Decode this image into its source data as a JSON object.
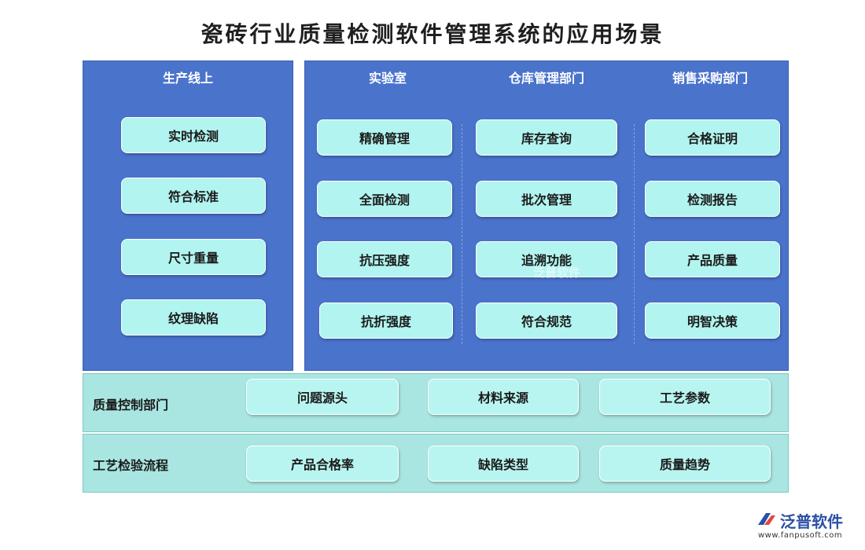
{
  "title": "瓷砖行业质量检测软件管理系统的应用场景",
  "production": {
    "header": "生产线上",
    "items": [
      "实时检测",
      "符合标准",
      "尺寸重量",
      "纹理缺陷"
    ]
  },
  "lab": {
    "header": "实验室",
    "items": [
      "精确管理",
      "全面检测",
      "抗压强度",
      "抗折强度"
    ]
  },
  "warehouse": {
    "header": "仓库管理部门",
    "items": [
      "库存查询",
      "批次管理",
      "追溯功能",
      "符合规范"
    ]
  },
  "sales": {
    "header": "销售采购部门",
    "items": [
      "合格证明",
      "检测报告",
      "产品质量",
      "明智决策"
    ]
  },
  "quality_control": {
    "label": "质量控制部门",
    "items": [
      "问题源头",
      "材料来源",
      "工艺参数"
    ]
  },
  "process_inspection": {
    "label": "工艺检验流程",
    "items": [
      "产品合格率",
      "缺陷类型",
      "质量趋势"
    ]
  },
  "watermark": "泛普软件",
  "logo": {
    "name": "泛普软件",
    "url": "www.fanpusoft.com"
  },
  "colors": {
    "panel": "#4a73cc",
    "box": "#b2f4ef",
    "band": "#a9e6e1"
  }
}
